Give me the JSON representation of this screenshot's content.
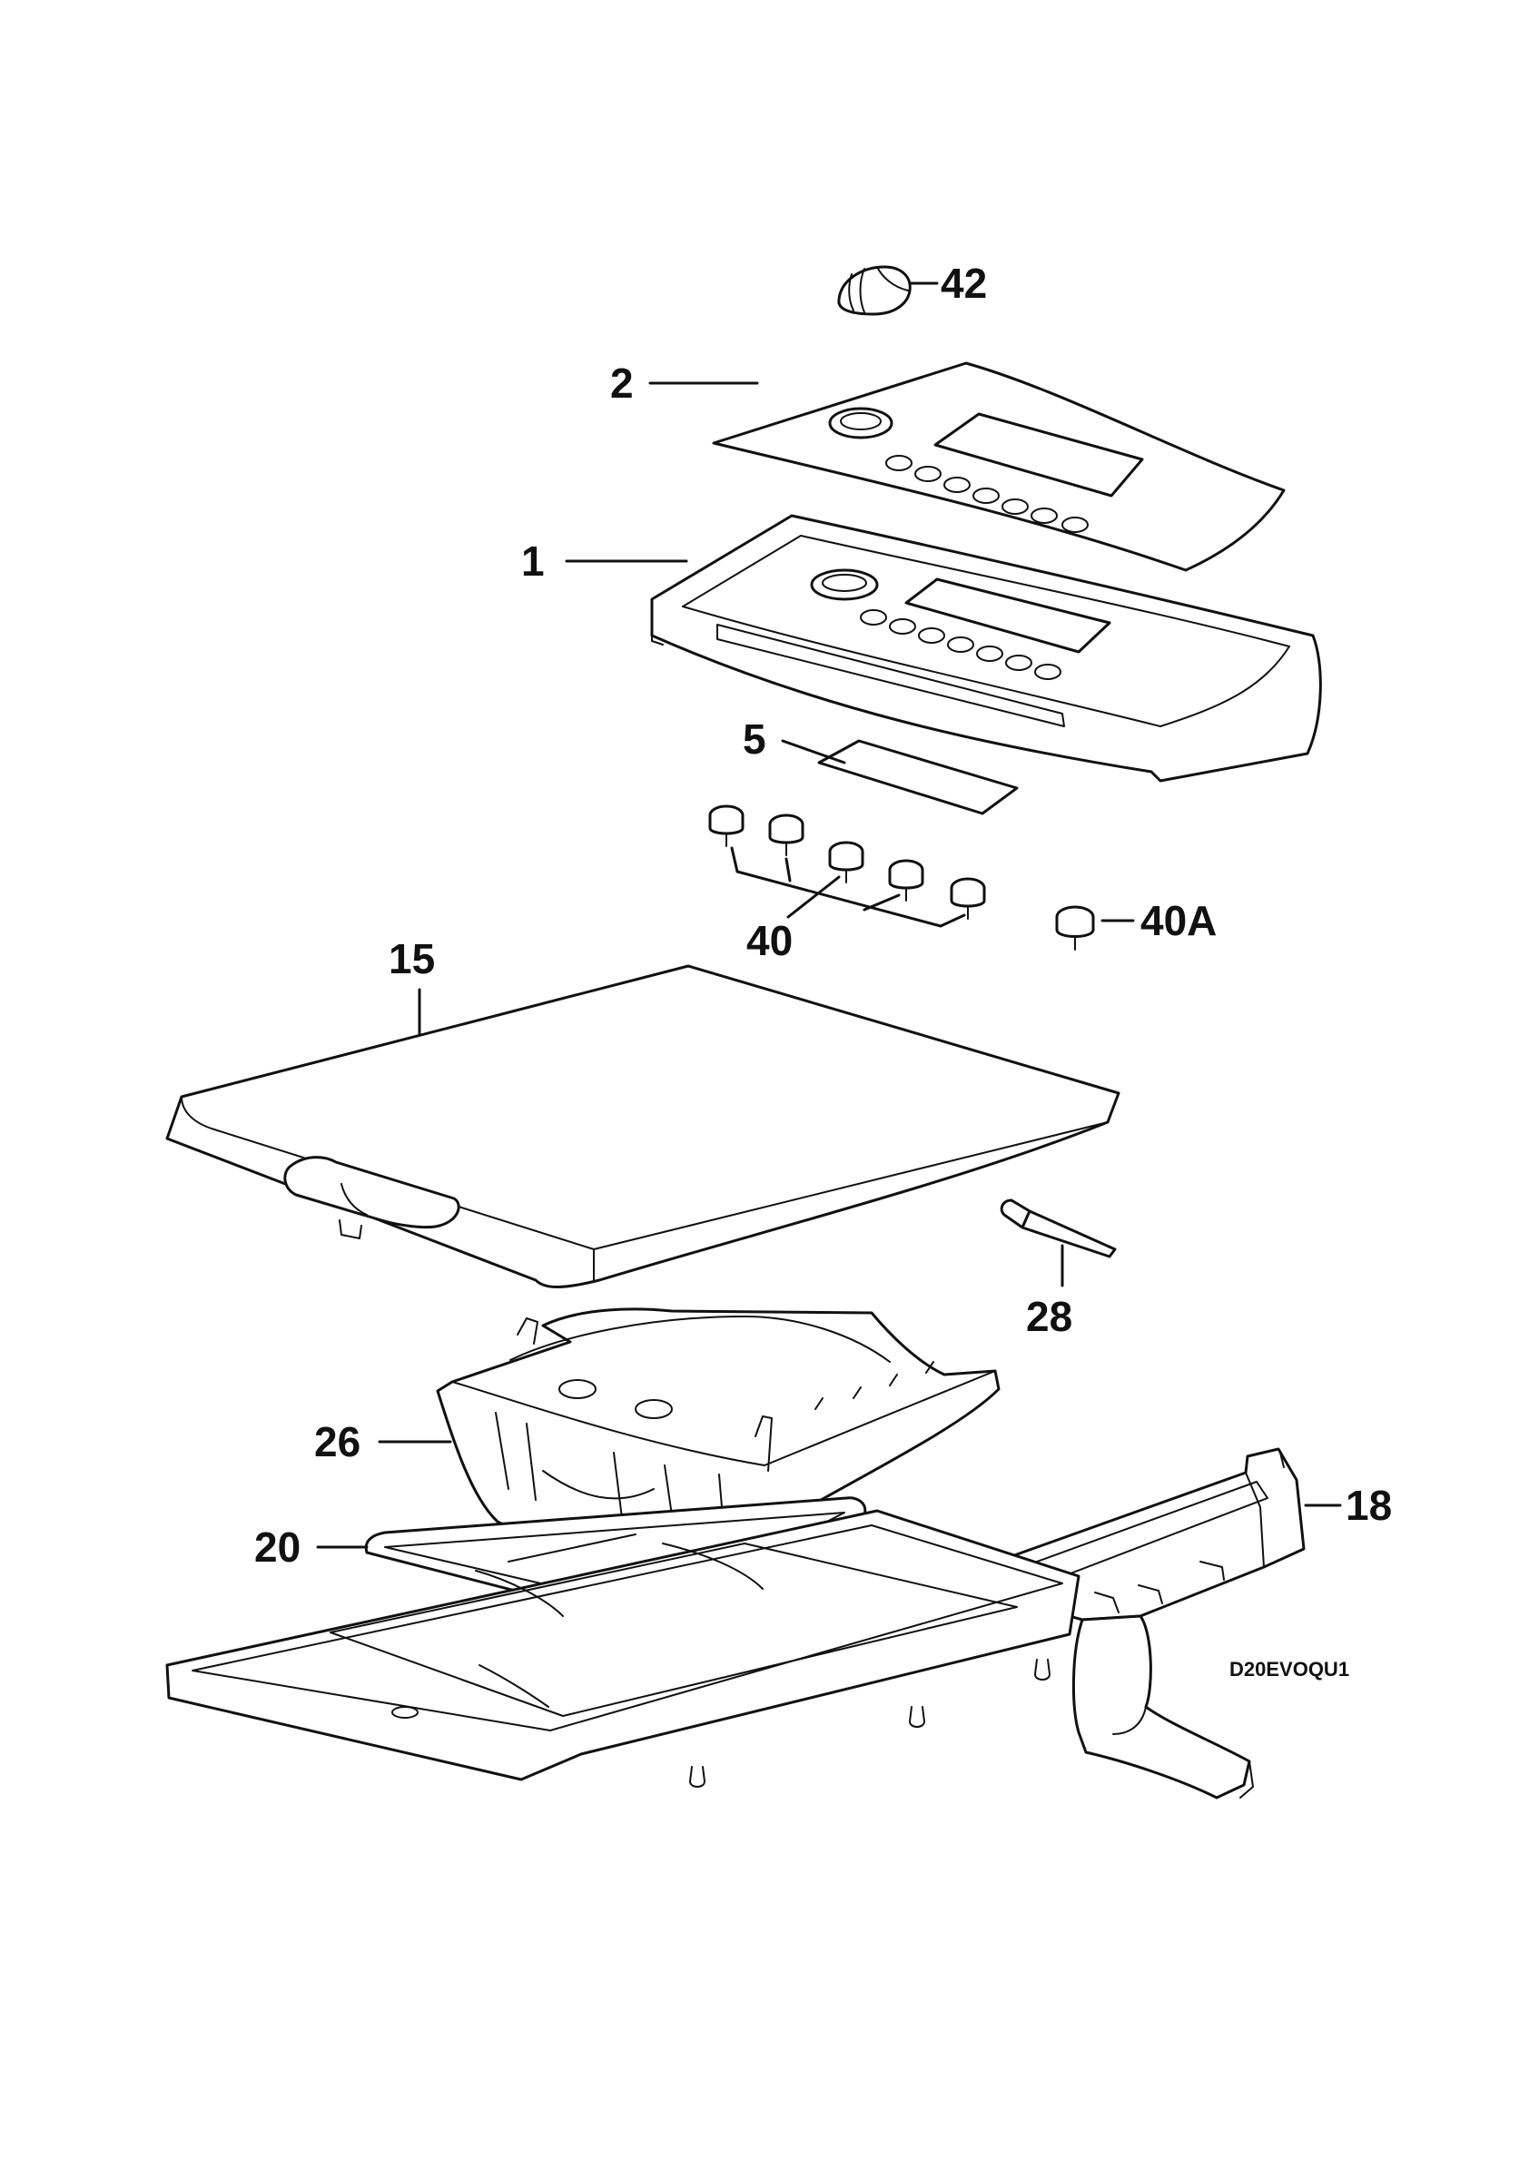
{
  "callouts": {
    "part_42": "42",
    "part_2": "2",
    "part_1": "1",
    "part_5": "5",
    "part_40": "40",
    "part_40A": "40A",
    "part_15": "15",
    "part_28": "28",
    "part_26": "26",
    "part_20": "20",
    "part_18": "18"
  },
  "drawing_code": "D20EVOQU1",
  "colors": {
    "line": "#111111",
    "background": "#ffffff"
  }
}
